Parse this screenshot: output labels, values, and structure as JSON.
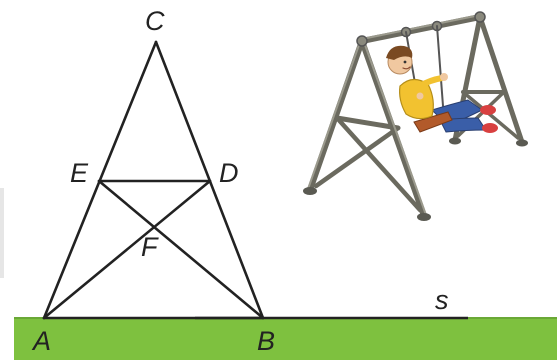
{
  "figure": {
    "points": {
      "A": "A",
      "B": "B",
      "C": "C",
      "D": "D",
      "E": "E",
      "F": "F"
    },
    "line_label": "s"
  },
  "colors": {
    "ground": "#7ec13f",
    "ground_dark": "#5f9a2a",
    "ink": "#222222",
    "frame": "#6b6a5f",
    "frame_light": "#9b9a8d",
    "child_shirt": "#f2c230",
    "child_jeans": "#3a5ea8",
    "child_skin": "#f0c8a0",
    "child_hair": "#7a4a22",
    "seat": "#b25a2a",
    "shoe": "#d84040"
  },
  "illustration": {
    "subject": "child-on-swing"
  }
}
